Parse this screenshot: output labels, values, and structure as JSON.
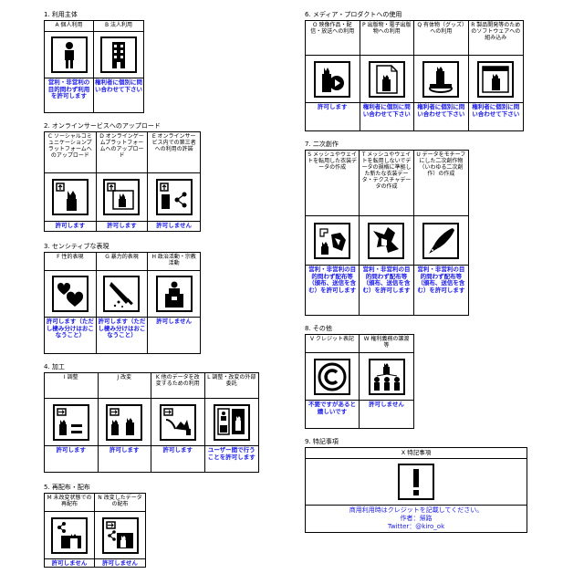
{
  "sections": {
    "s1": {
      "title": "1. 利用主体",
      "items": [
        {
          "label": "A 個人利用",
          "perm": "営利・非営利の目的問わず利用を許可します",
          "icon": "person-icon"
        },
        {
          "label": "B 法人利用",
          "perm": "権利者に個別に問い合わせて下さい",
          "icon": "building-icon"
        }
      ]
    },
    "s2": {
      "title": "2. オンラインサービスへのアップロード",
      "items": [
        {
          "label": "C ソーシャルコミュニケーションプラットフォームへのアップロード",
          "perm": "許可します",
          "icon": "upload-social-icon"
        },
        {
          "label": "D オンラインゲームプラットフォームへのアップロード",
          "perm": "許可します",
          "icon": "upload-game-icon"
        },
        {
          "label": "E オンラインサービス内での第三者への利用の許諾",
          "perm": "許可しません",
          "icon": "share-third-party-icon"
        }
      ]
    },
    "s3": {
      "title": "3. センシティブな表現",
      "items": [
        {
          "label": "F 性的表現",
          "perm": "許可します（ただし棲み分けはおこなうこと）",
          "icon": "hearts-icon"
        },
        {
          "label": "G 暴力的表現",
          "perm": "許可します（ただし棲み分けはおこなうこと）",
          "icon": "knife-icon"
        },
        {
          "label": "H 政治活動・宗教活動",
          "perm": "許可しません",
          "icon": "podium-icon"
        }
      ]
    },
    "s4": {
      "title": "4. 加工",
      "items": [
        {
          "label": "I 調整",
          "perm": "許可します",
          "icon": "adjust-icon"
        },
        {
          "label": "J 改変",
          "perm": "許可します",
          "icon": "modify-icon"
        },
        {
          "label": "K 他のデータを改変するための利用",
          "perm": "許可します",
          "icon": "modify-other-icon"
        },
        {
          "label": "L 調整・改変の外部委託",
          "perm": "ユーザー間で行うことを許可します",
          "icon": "outsource-icon"
        }
      ]
    },
    "s5": {
      "title": "5. 再配布・配布",
      "items": [
        {
          "label": "M 未改変状態での再配布",
          "perm": "許可しません",
          "icon": "redistribute-icon"
        },
        {
          "label": "N 改変したデータの配布",
          "perm": "許可しません",
          "icon": "distribute-modified-icon"
        }
      ]
    },
    "s6": {
      "title": "6. メディア・プロダクトへの使用",
      "items": [
        {
          "label": "O 映像作品・配信・放送への利用",
          "perm": "許可します",
          "icon": "video-icon"
        },
        {
          "label": "P 出版物・電子出版物への利用",
          "perm": "権利者に個別に問い合わせて下さい",
          "icon": "publication-icon"
        },
        {
          "label": "Q 有体物（グッズ）への利用",
          "perm": "権利者に個別に問い合わせて下さい",
          "icon": "goods-icon"
        },
        {
          "label": "R 製品開発等のためのソフトウェアへの組み込み",
          "perm": "権利者に個別に問い合わせて下さい",
          "icon": "software-icon"
        }
      ]
    },
    "s7": {
      "title": "7. 二次創作",
      "items": [
        {
          "label": "S メッシュやウェイトを転用した衣装データの作成",
          "perm": "営利・非営利の目的問わず配布等（頒布、送信を含む）を許可します",
          "icon": "clothing-icon"
        },
        {
          "label": "T メッシュやウェイトを転用しないでデータの規格に準拠した新たな衣装データ・テクスチャデータの作成",
          "perm": "営利・非営利の目的問わず配布等（頒布、送信を含む）を許可します",
          "icon": "new-clothing-icon"
        },
        {
          "label": "U データをモチーフにした二次創作物（いわゆる二次創作）の作成",
          "perm": "営利・非営利の目的問わず配布等（頒布、送信を含む）を許可します",
          "icon": "pen-icon"
        }
      ]
    },
    "s8": {
      "title": "8. その他",
      "items": [
        {
          "label": "V クレジット表記",
          "perm": "不要ですがあると嬉しいです",
          "icon": "copyright-icon"
        },
        {
          "label": "W 権利義務の譲渡等",
          "perm": "許可しません",
          "icon": "transfer-rights-icon"
        }
      ]
    }
  },
  "special": {
    "title": "9. 特記事項",
    "head": "X 特記事項",
    "icon": "exclamation-icon",
    "line1": "商用利用時はクレジットを記載してください。",
    "line2": "作者：帰路",
    "line3": "Twitter：@kiro_ok"
  }
}
